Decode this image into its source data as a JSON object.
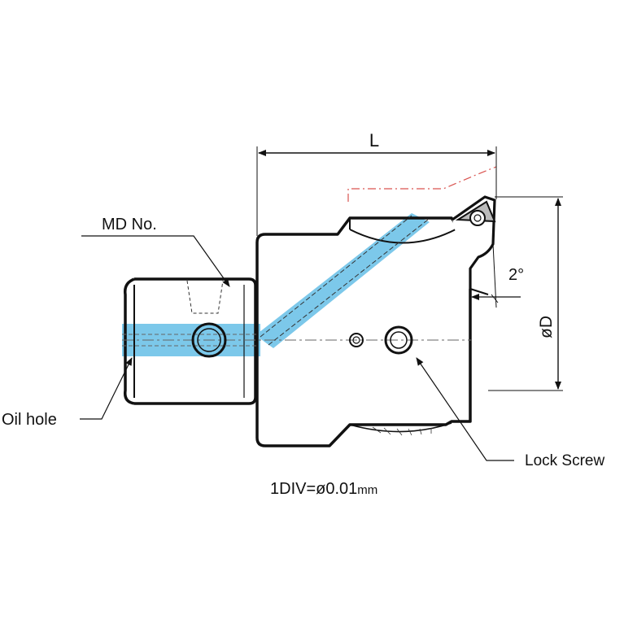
{
  "labels": {
    "length": "L",
    "diameter": "øD",
    "angle": "2°",
    "md_no": "MD No.",
    "oil_hole": "Oil hole",
    "lock_screw": "Lock Screw",
    "scale_main": "1DIV=ø0.01",
    "scale_unit": "mm"
  },
  "colors": {
    "coolant": "#7cc8ea",
    "outline": "#111111",
    "insert_path": "#d9534f",
    "centerline": "#777777"
  }
}
